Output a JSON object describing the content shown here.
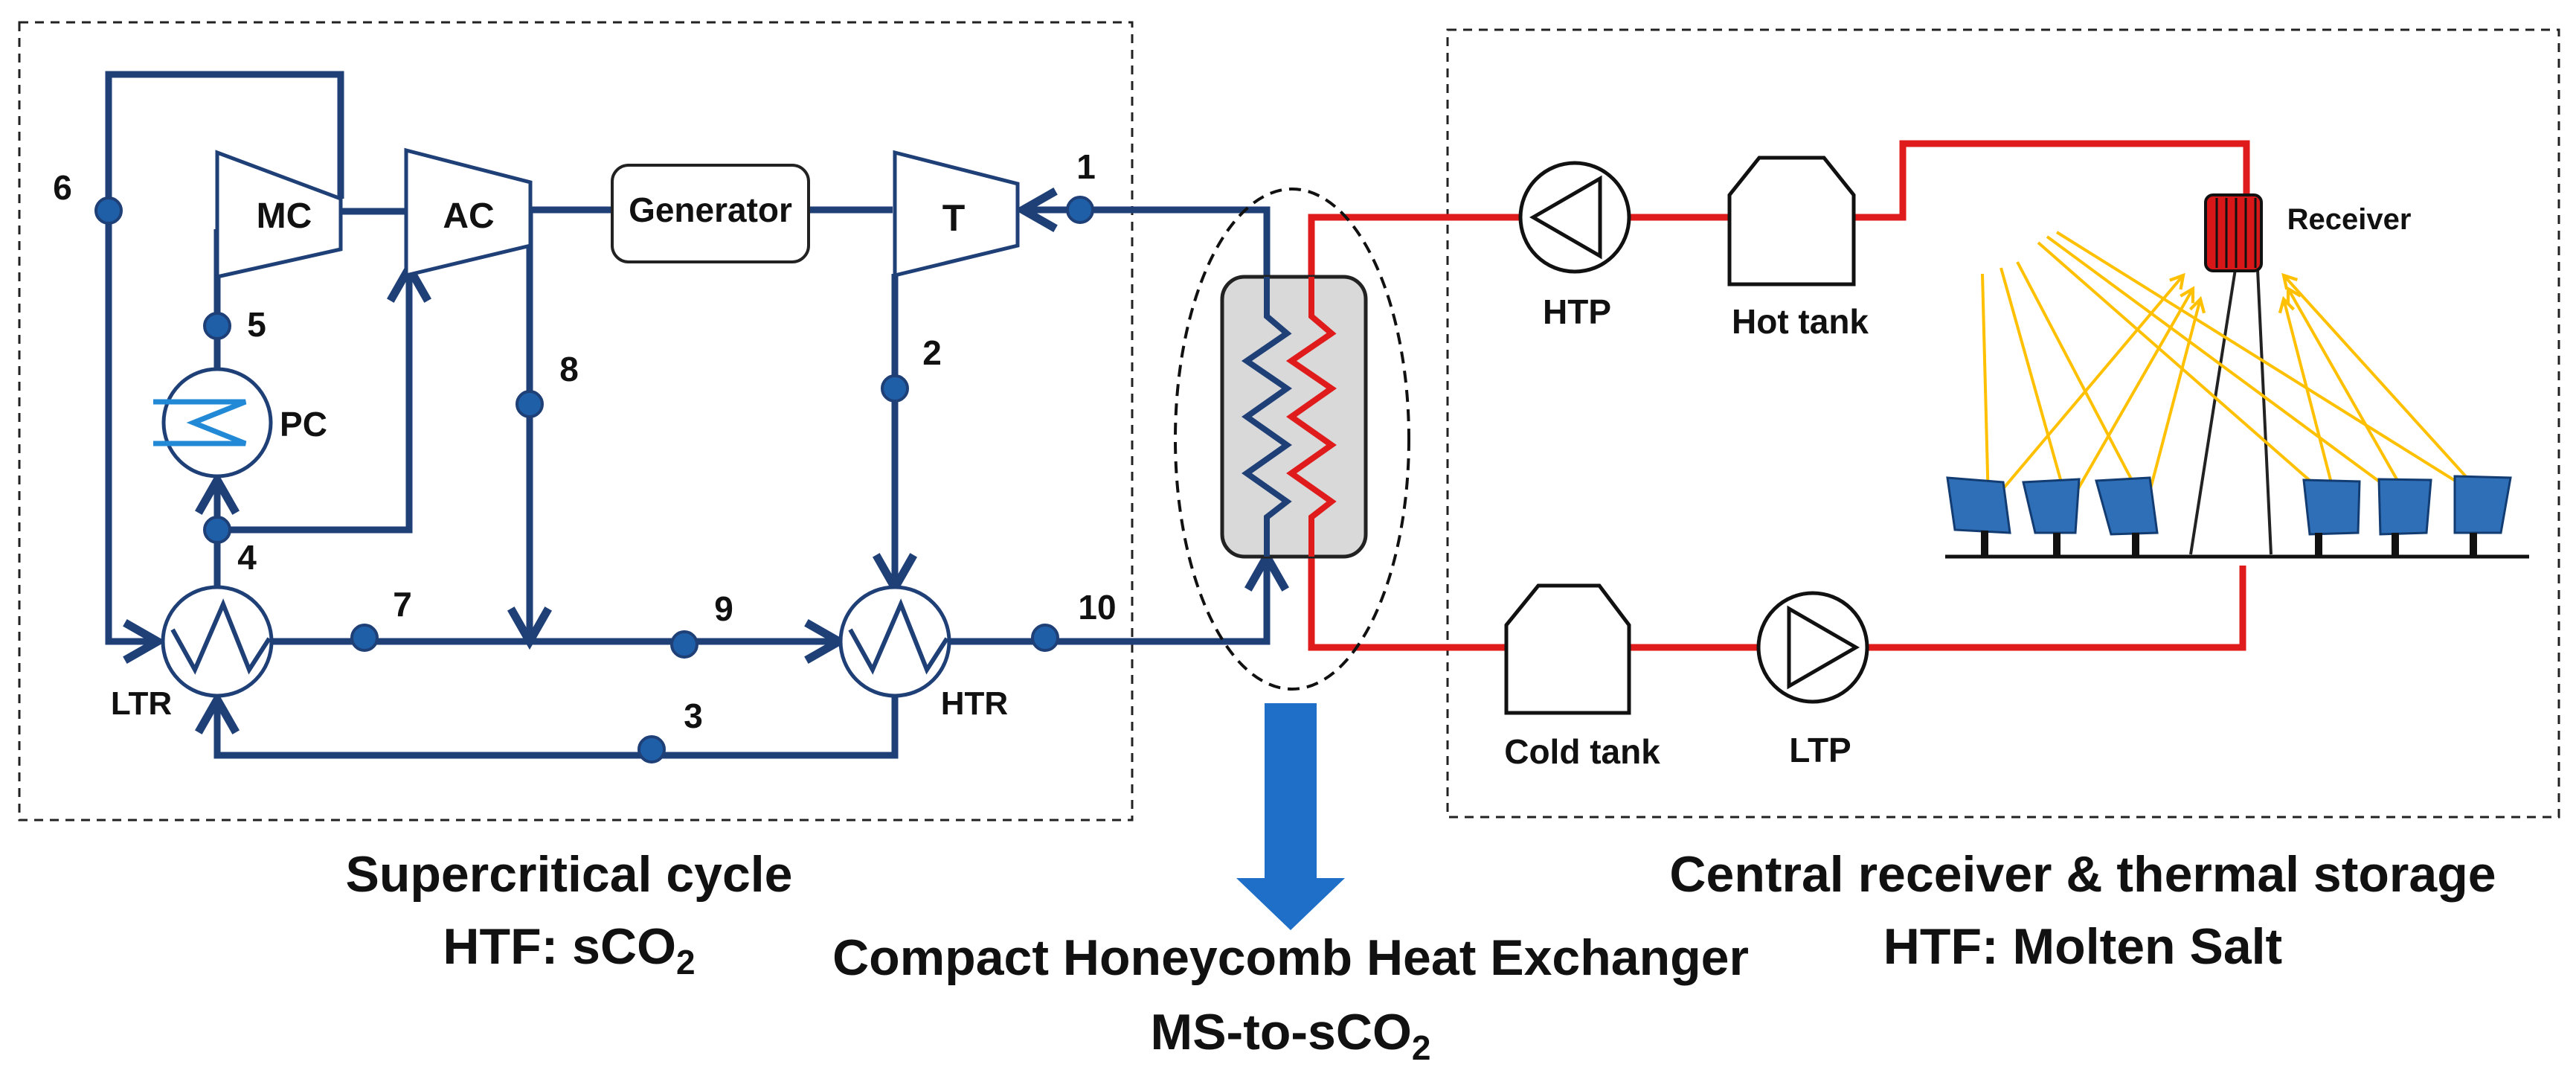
{
  "colors": {
    "sco2_line": "#1f3f77",
    "salt_line": "#e01b1b",
    "sun_ray": "#ffc000",
    "heliostat": "#2e6fb7",
    "arrow": "#1f6fc8",
    "hx_fill": "#d9d9d9"
  },
  "icons": [
    "compressor-icon",
    "turbine-icon",
    "heat-exchanger-icon",
    "pump-icon",
    "tank-icon",
    "receiver-icon",
    "heliostat-icon",
    "tower-icon",
    "down-arrow-icon"
  ],
  "components": {
    "mc": "MC",
    "ac": "AC",
    "generator": "Generator",
    "turbine": "T",
    "pc": "PC",
    "ltr": "LTR",
    "htr": "HTR",
    "htp": "HTP",
    "ltp": "LTP",
    "hot_tank": "Hot tank",
    "cold_tank": "Cold tank",
    "receiver": "Receiver"
  },
  "states": {
    "s1": "1",
    "s2": "2",
    "s3": "3",
    "s4": "4",
    "s5": "5",
    "s6": "6",
    "s7": "7",
    "s8": "8",
    "s9": "9",
    "s10": "10"
  },
  "captions": {
    "cycle_title": "Supercritical cycle",
    "cycle_htf_prefix": "HTF: sCO",
    "cycle_htf_sub": "2",
    "hx_title": "Compact Honeycomb Heat Exchanger",
    "hx_sub_prefix": "MS-to-sCO",
    "hx_sub_sub": "2",
    "storage_title": "Central receiver & thermal storage",
    "storage_htf": "HTF: Molten Salt"
  }
}
